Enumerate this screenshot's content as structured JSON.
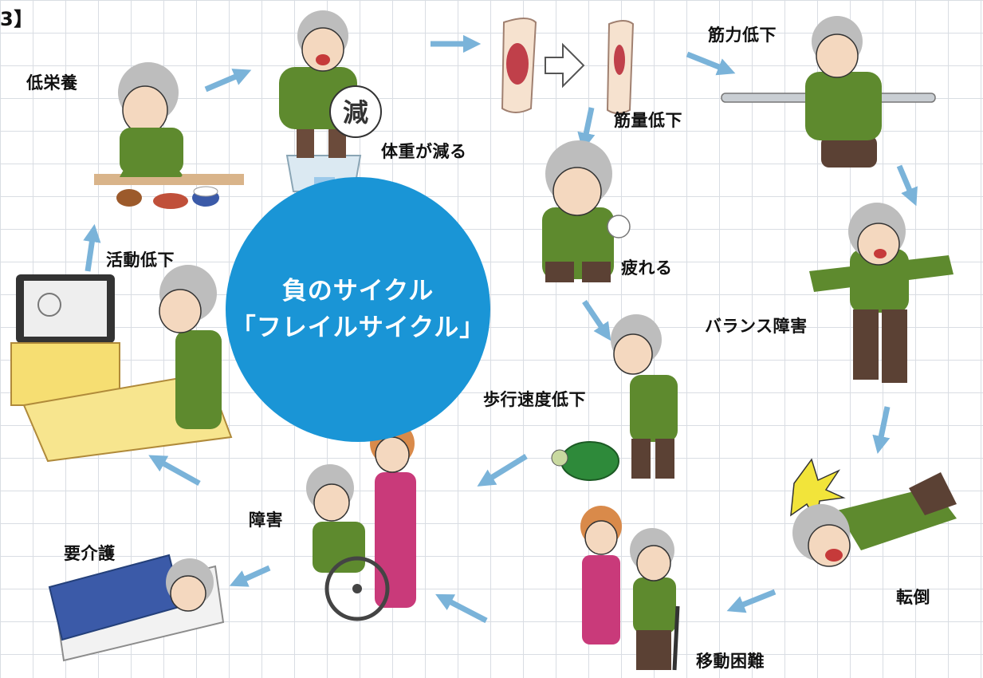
{
  "corner_label": "3】",
  "center": {
    "line1": "負のサイクル",
    "line2": "「フレイルサイクル」"
  },
  "stages": {
    "low_nutrition": "低栄養",
    "weight_loss": "体重が減る",
    "muscle_mass_loss": "筋量低下",
    "strength_loss": "筋力低下",
    "fatigue": "疲れる",
    "balance_disorder": "バランス障害",
    "walking_speed_loss": "歩行速度低下",
    "fall": "転倒",
    "mobility_difficulty": "移動困難",
    "disability": "障害",
    "care_needed": "要介護",
    "activity_loss": "活動低下"
  },
  "illustration_text": {
    "reduce_mark": "減"
  },
  "colors": {
    "center_circle": "#1a95d6",
    "arrow": "#7ab3d9",
    "grid": "#d9dde3"
  }
}
